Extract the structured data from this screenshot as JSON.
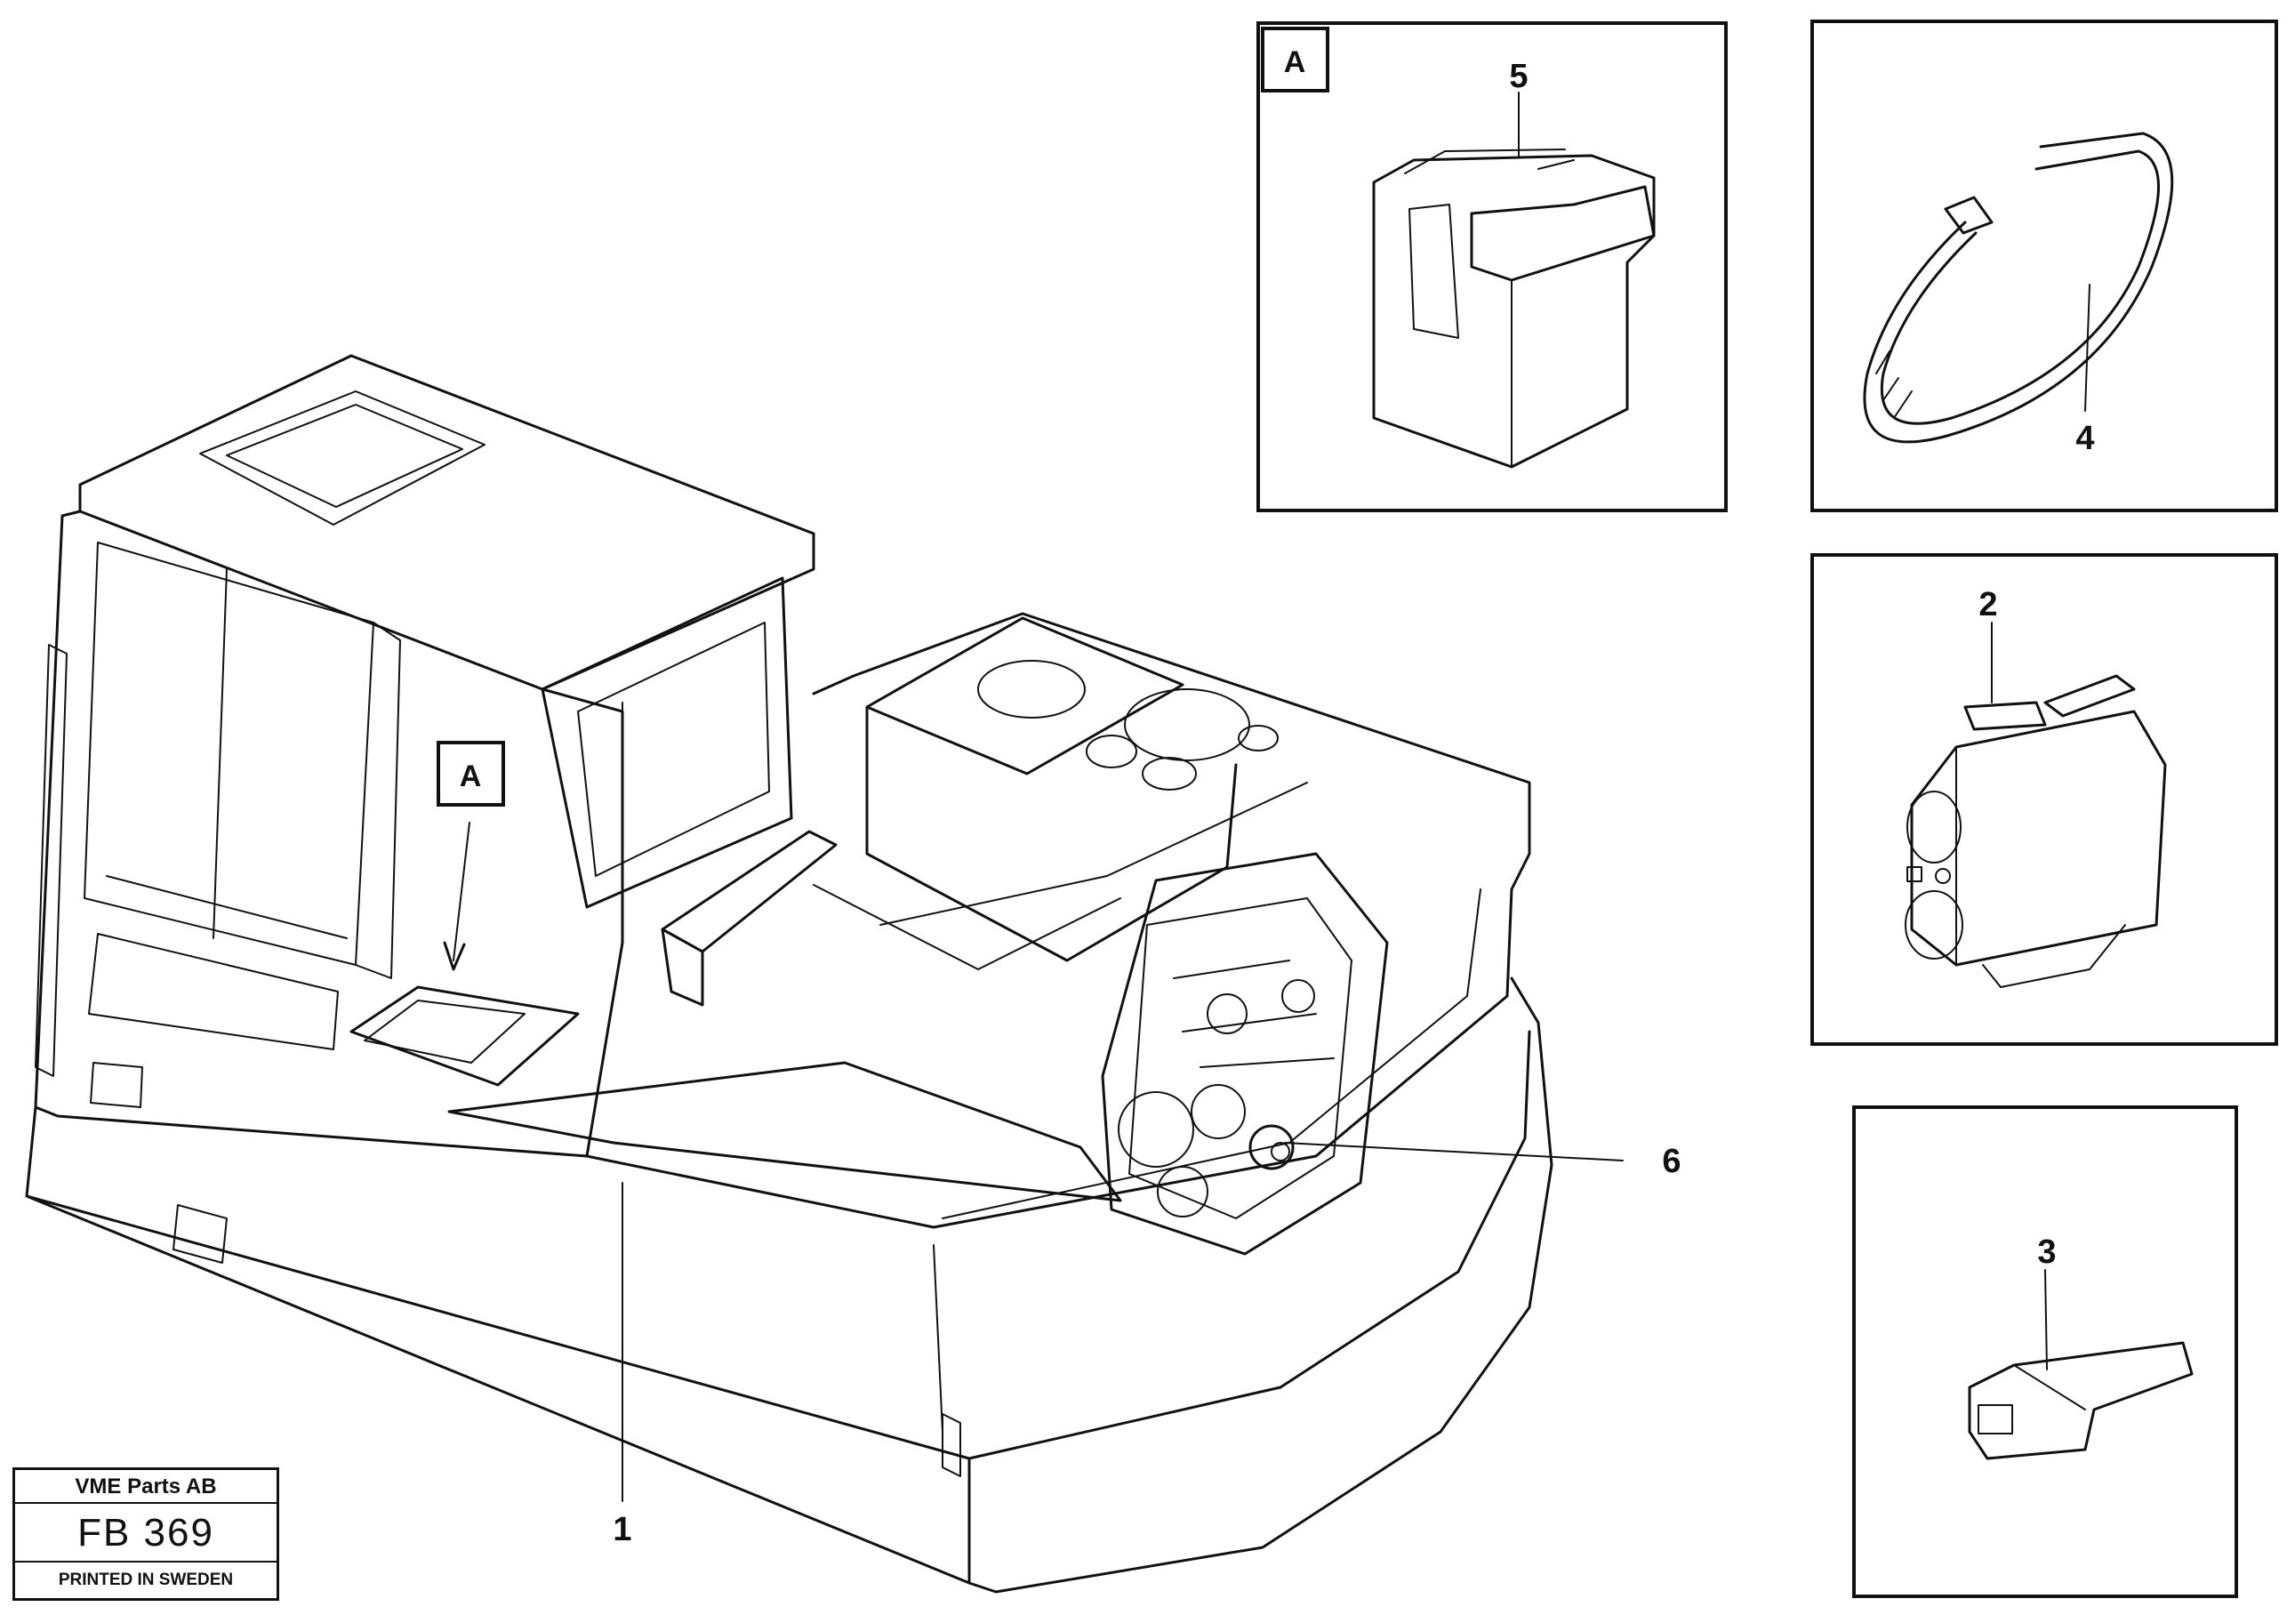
{
  "title_block": {
    "company": "VME Parts AB",
    "code": "FB 369",
    "note": "PRINTED IN SWEDEN"
  },
  "detail_marker": "A",
  "callouts": {
    "c1": "1",
    "c2": "2",
    "c3": "3",
    "c4": "4",
    "c5": "5",
    "c6": "6"
  }
}
